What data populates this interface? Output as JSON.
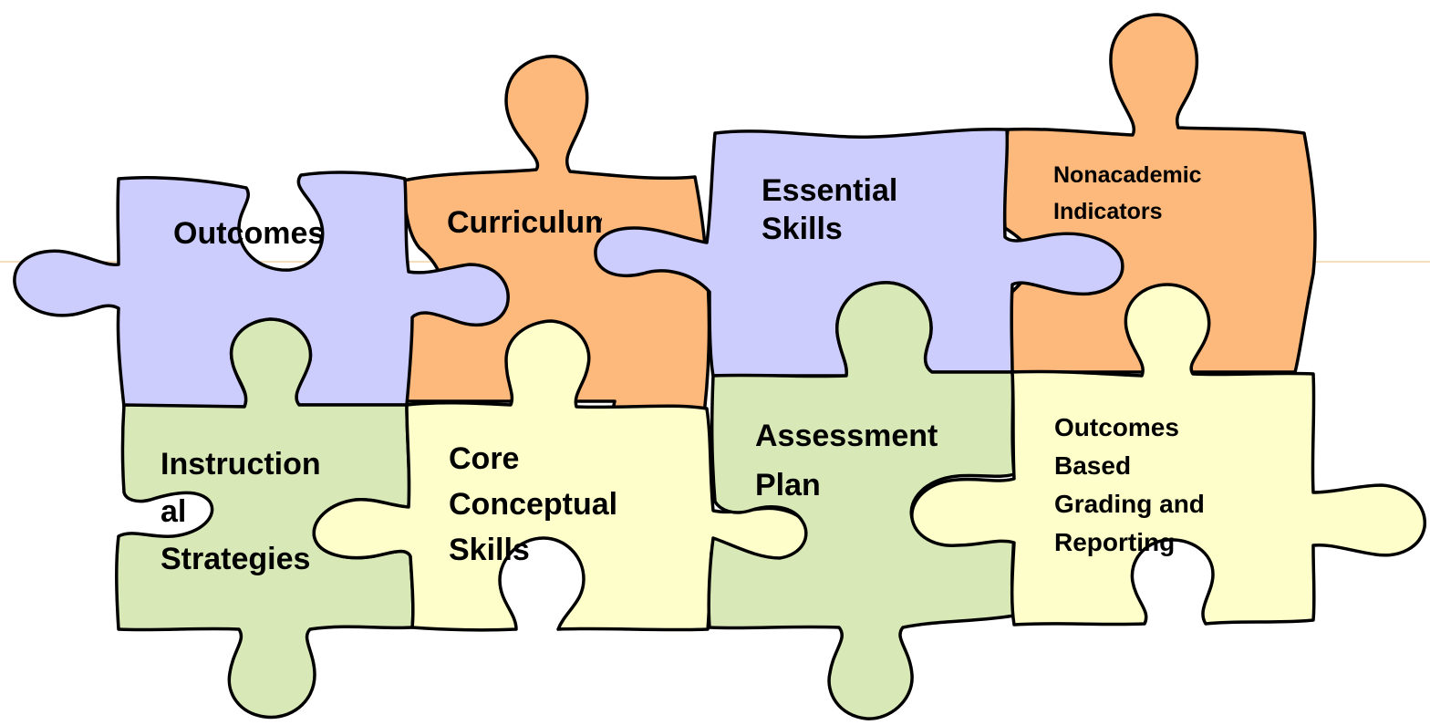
{
  "colors": {
    "lavender": "#cccdfd",
    "orange": "#fdb87c",
    "green": "#d8e8b6",
    "cream": "#fefecb",
    "divider": "#f3d2a5"
  },
  "pieces": [
    {
      "id": "outcomes",
      "label": "Outcomes",
      "color": "lavender"
    },
    {
      "id": "curriculum",
      "label": "Curriculum",
      "color": "orange"
    },
    {
      "id": "essential-skills",
      "label": "Essential\nSkills",
      "color": "lavender"
    },
    {
      "id": "nonacademic-indicators",
      "label": "Nonacademic\nIndicators",
      "color": "orange"
    },
    {
      "id": "instructional-strategies",
      "label": "Instruction\nal\nStrategies",
      "color": "green"
    },
    {
      "id": "core-conceptual-skills",
      "label": "Core\nConceptual\nSkills",
      "color": "cream"
    },
    {
      "id": "assessment-plan",
      "label": "Assessment\nPlan",
      "color": "green"
    },
    {
      "id": "outcomes-based-grading",
      "label": "Outcomes\nBased\nGrading and\nReporting",
      "color": "cream"
    }
  ]
}
